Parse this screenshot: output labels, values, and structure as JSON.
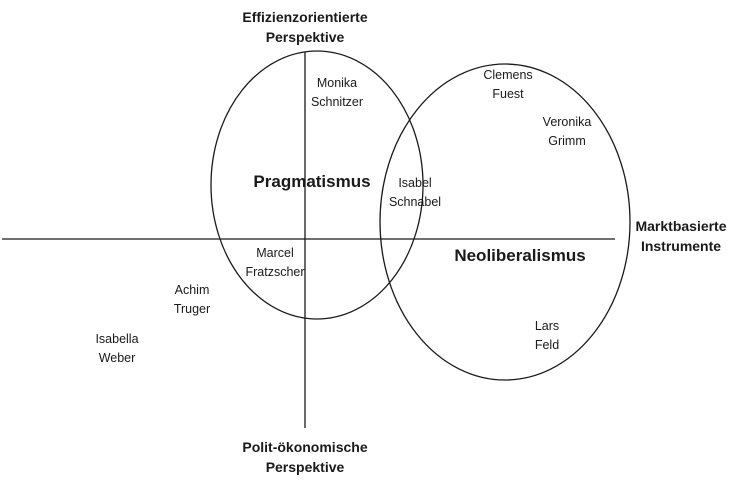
{
  "axes": {
    "top": [
      "Effizienzorientierte",
      "Perspektive"
    ],
    "bottom": [
      "Polit-ökonomische",
      "Perspektive"
    ],
    "right": [
      "Marktbasierte",
      "Instrumente"
    ]
  },
  "circles": {
    "left_title": "Pragmatismus",
    "right_title": "Neoliberalismus"
  },
  "people": [
    {
      "first": "Monika",
      "last": "Schnitzer"
    },
    {
      "first": "Clemens",
      "last": "Fuest"
    },
    {
      "first": "Veronika",
      "last": "Grimm"
    },
    {
      "first": "Isabel",
      "last": "Schnabel"
    },
    {
      "first": "Marcel",
      "last": "Fratzscher"
    },
    {
      "first": "Achim",
      "last": "Truger"
    },
    {
      "first": "Isabella",
      "last": "Weber"
    },
    {
      "first": "Lars",
      "last": "Feld"
    }
  ],
  "colors": {
    "stroke": "#1a1a1a",
    "text": "#1a1a1a",
    "background": "#ffffff"
  }
}
